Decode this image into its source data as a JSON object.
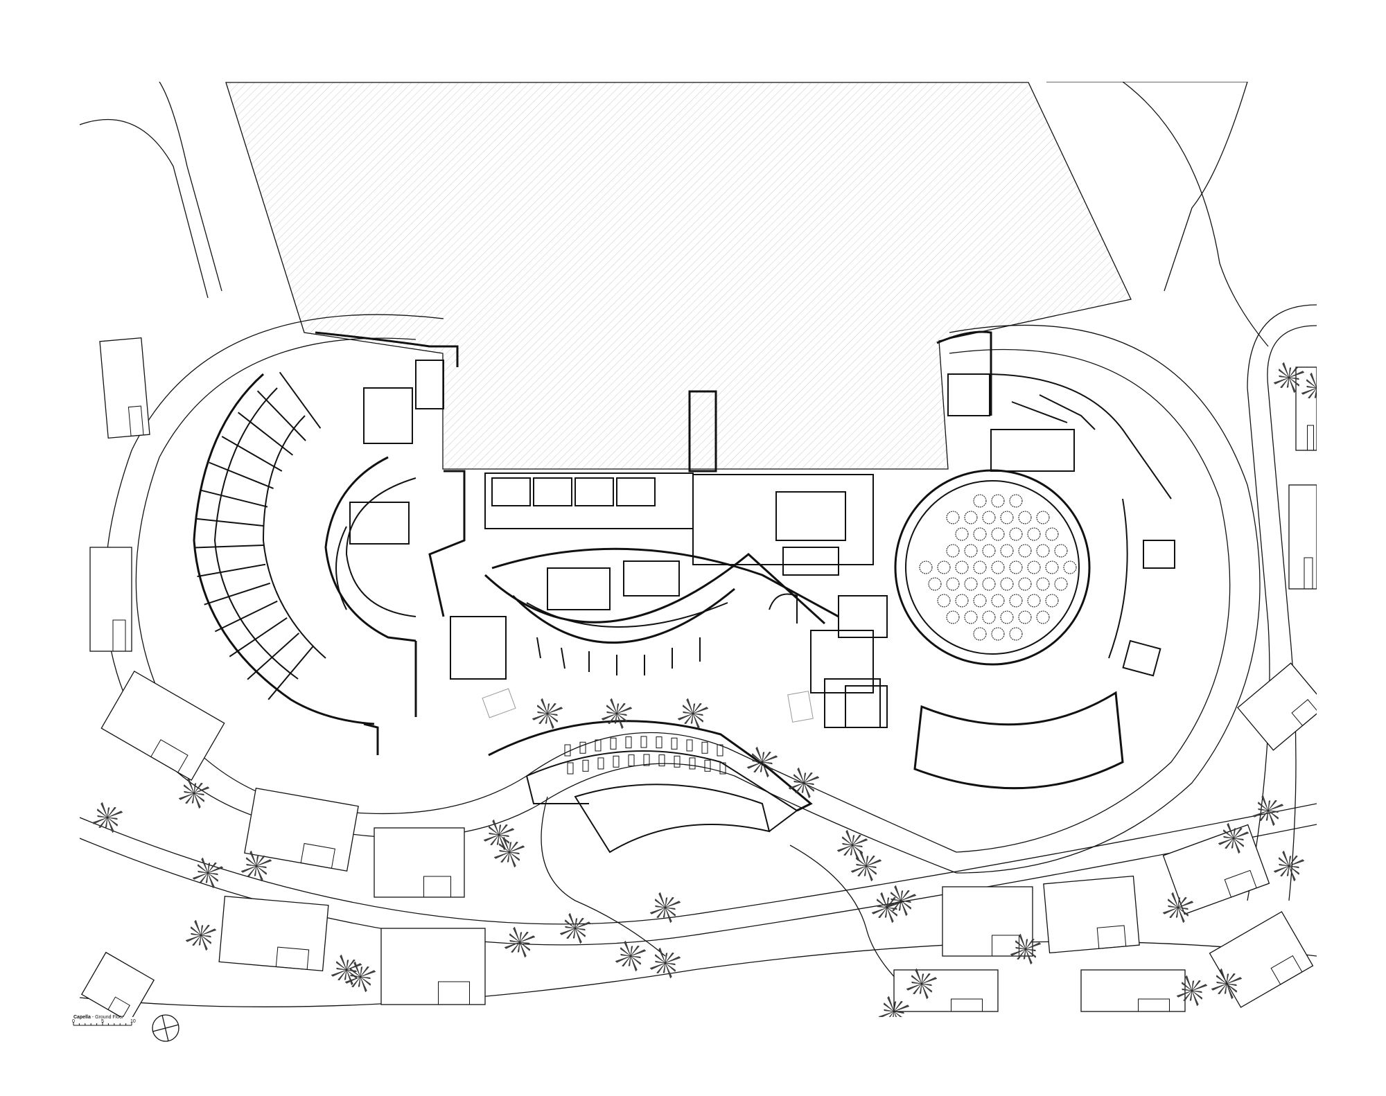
{
  "drawing": {
    "title_bold": "Capella",
    "title_rest": " - Ground Floor",
    "scale_labels": [
      "0",
      "5",
      "10"
    ]
  },
  "colors": {
    "line": "#111111",
    "hatch": "#999999",
    "background": "#ffffff"
  }
}
